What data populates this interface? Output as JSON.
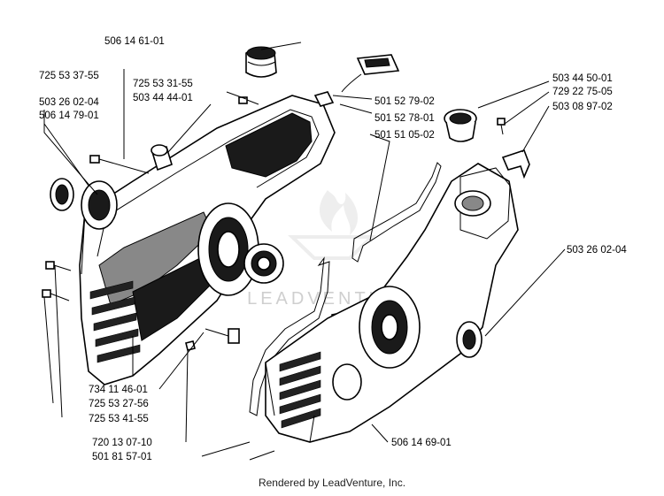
{
  "diagram": {
    "part_numbers": {
      "p_506_14_61_01": "506 14 61-01",
      "p_725_53_37_55": "725 53 37-55",
      "p_725_53_31_55": "725 53 31-55",
      "p_503_44_44_01": "503 44 44-01",
      "p_503_26_02_04_left": "503 26 02-04",
      "p_506_14_79_01": "506 14 79-01",
      "p_501_52_79_02": "501 52 79-02",
      "p_501_52_78_01": "501 52 78-01",
      "p_501_51_05_02": "501 51 05-02",
      "p_503_44_50_01": "503 44 50-01",
      "p_729_22_75_05": "729 22 75-05",
      "p_503_08_97_02": "503 08 97-02",
      "p_503_26_02_04_right": "503 26 02-04",
      "p_734_11_46_01": "734 11 46-01",
      "p_725_53_27_56": "725 53 27-56",
      "p_725_53_41_55": "725 53 41-55",
      "p_720_13_07_10": "720 13 07-10",
      "p_501_81_57_01": "501 81 57-01",
      "p_506_14_69_01": "506 14 69-01"
    },
    "footer": "Rendered by LeadVenture, Inc.",
    "watermark": "LEADVENTURE"
  }
}
